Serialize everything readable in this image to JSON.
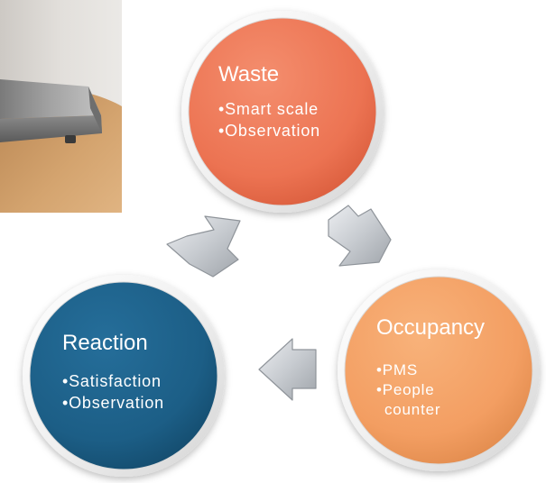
{
  "colors": {
    "waste": "#ee7755",
    "occupancy": "#f4a066",
    "reaction": "#1c5e86",
    "arrow": "#c9ccd1",
    "ring": "#f2f2f2"
  },
  "photo": {
    "icon": "smart-scale-photo"
  },
  "nodes": {
    "waste": {
      "title": "Waste",
      "items": [
        "Smart scale",
        "Observation"
      ]
    },
    "occupancy": {
      "title": "Occupancy",
      "items": [
        "PMS",
        "People",
        "counter"
      ]
    },
    "reaction": {
      "title": "Reaction",
      "items": [
        "Satisfaction",
        "Observation"
      ]
    }
  },
  "bullet": "•"
}
